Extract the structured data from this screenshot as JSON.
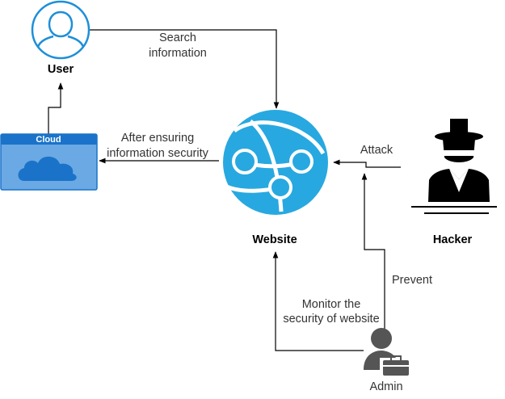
{
  "nodes": {
    "user": {
      "label": "User",
      "icon": "user-circle-icon"
    },
    "cloud": {
      "label": "Cloud",
      "icon": "cloud-icon"
    },
    "website": {
      "label": "Website",
      "icon": "globe-network-icon"
    },
    "hacker": {
      "label": "Hacker",
      "icon": "spy-hacker-icon"
    },
    "admin": {
      "label": "Admin",
      "icon": "admin-briefcase-icon"
    }
  },
  "edges": {
    "search": {
      "line1": "Search",
      "line2": "information"
    },
    "security": {
      "line1": "After ensuring",
      "line2": "information security"
    },
    "attack": {
      "label": "Attack"
    },
    "prevent": {
      "label": "Prevent"
    },
    "monitor": {
      "line1": "Monitor the",
      "line2": "security of website"
    }
  },
  "colors": {
    "accent_blue": "#1e8fd8",
    "globe_blue": "#28a8e0",
    "cloud_header": "#1a73c9",
    "cloud_body": "#6aa9e4",
    "icon_dark": "#000000",
    "admin_gray": "#555555"
  }
}
